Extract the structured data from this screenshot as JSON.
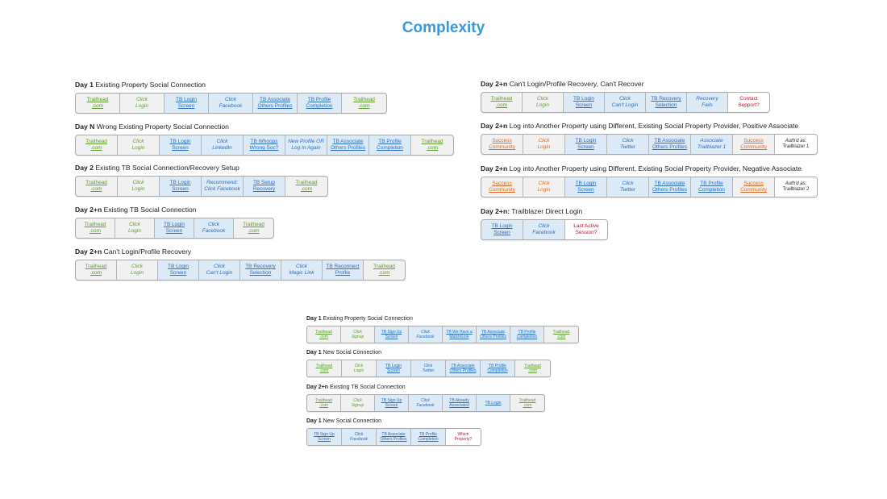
{
  "title": "Complexity",
  "blocks": [
    {
      "day": "Day 1",
      "text": "Existing Property Social Connection",
      "cells": [
        {
          "t": "green",
          "l": [
            "Trailhead",
            ".com"
          ]
        },
        {
          "t": "greentext",
          "l": [
            "Click",
            "Login"
          ]
        },
        {
          "t": "blue",
          "l": [
            "TB Login",
            "Screen"
          ]
        },
        {
          "t": "bluetext",
          "l": [
            "Click",
            "Facebook"
          ]
        },
        {
          "t": "blue",
          "l": [
            "TB Associate",
            "Others Profiles"
          ]
        },
        {
          "t": "blue",
          "l": [
            "TB Profile",
            "Completion"
          ]
        },
        {
          "t": "green",
          "l": [
            "Trailhead",
            ".com"
          ]
        }
      ]
    },
    {
      "day": "Day N",
      "text": "Wrong Existing Property Social Connection",
      "cells": [
        {
          "t": "green",
          "l": [
            "Trailhead",
            ".com"
          ]
        },
        {
          "t": "greentext",
          "l": [
            "Click",
            "Login"
          ]
        },
        {
          "t": "blue",
          "l": [
            "TB Login",
            "Screen"
          ]
        },
        {
          "t": "bluetext",
          "l": [
            "Click",
            "LinkedIn"
          ]
        },
        {
          "t": "blue",
          "l": [
            "TB Whoops",
            "Wrong Soc?"
          ]
        },
        {
          "t": "bluetext",
          "l": [
            "New Profile OR",
            "Log In Again"
          ]
        },
        {
          "t": "blue",
          "l": [
            "TB Associate",
            "Others Profiles"
          ]
        },
        {
          "t": "blue",
          "l": [
            "TB Profile",
            "Completion"
          ]
        },
        {
          "t": "green",
          "l": [
            "Trailhead",
            ".com"
          ]
        }
      ]
    },
    {
      "day": "Day 2",
      "text": "Existing TB Social Connection/Recovery Setup",
      "cells": [
        {
          "t": "green",
          "l": [
            "Trailhead",
            ".com"
          ]
        },
        {
          "t": "greentext",
          "l": [
            "Click",
            "Login"
          ]
        },
        {
          "t": "blue",
          "l": [
            "TB Login",
            "Screen"
          ]
        },
        {
          "t": "bluetext",
          "l": [
            "Recommend:",
            "Click Facebook"
          ]
        },
        {
          "t": "blue",
          "l": [
            "TB Setup",
            "Recovery"
          ]
        },
        {
          "t": "green",
          "l": [
            "Trailhead",
            ".com"
          ]
        }
      ]
    },
    {
      "day": "Day 2+n",
      "text": "Existing TB Social Connection",
      "cells": [
        {
          "t": "green",
          "l": [
            "Trailhead",
            ".com"
          ]
        },
        {
          "t": "greentext",
          "l": [
            "Click",
            "Login"
          ]
        },
        {
          "t": "blue",
          "l": [
            "TB Login",
            "Screen"
          ]
        },
        {
          "t": "bluetext",
          "l": [
            "Click",
            "Facebook"
          ]
        },
        {
          "t": "green",
          "l": [
            "Trailhead",
            ".com"
          ]
        }
      ]
    },
    {
      "day": "Day 2+n",
      "text": "Can't Login/Profile Recovery",
      "cells": [
        {
          "t": "green",
          "l": [
            "Trailhead",
            ".com"
          ]
        },
        {
          "t": "greentext",
          "l": [
            "Click",
            "Login"
          ]
        },
        {
          "t": "blue",
          "l": [
            "TB Login",
            "Screen"
          ]
        },
        {
          "t": "bluetext",
          "l": [
            "Click",
            "Can't Login"
          ]
        },
        {
          "t": "blue",
          "l": [
            "TB Recovery",
            "Selection"
          ]
        },
        {
          "t": "bluetext",
          "l": [
            "Click",
            "Magic Link"
          ]
        },
        {
          "t": "blue",
          "l": [
            "TB Reconnect",
            "Profile"
          ]
        },
        {
          "t": "green",
          "l": [
            "Trailhead",
            ".com"
          ]
        }
      ]
    },
    {
      "day": "Day 2+n",
      "text": "Can't Login/Profile Recovery, Can't Recover",
      "cells": [
        {
          "t": "green",
          "l": [
            "Trailhead",
            ".com"
          ]
        },
        {
          "t": "greentext",
          "l": [
            "Click",
            "Login"
          ]
        },
        {
          "t": "blue",
          "l": [
            "TB Login",
            "Screen"
          ]
        },
        {
          "t": "bluetext",
          "l": [
            "Click",
            "Can't Login"
          ]
        },
        {
          "t": "blue",
          "l": [
            "TB Recovery",
            "Selection"
          ]
        },
        {
          "t": "bluetext",
          "l": [
            "Recovery",
            "Fails"
          ]
        },
        {
          "t": "red",
          "l": [
            "Contact",
            "Support?"
          ]
        }
      ]
    },
    {
      "day": "Day 2+n",
      "text": "Log into Another Property using Different, Existing Social Property Provider, Positive Associate",
      "cells": [
        {
          "t": "orange",
          "l": [
            "Success",
            "Community"
          ]
        },
        {
          "t": "orangetext",
          "l": [
            "Click",
            "Login"
          ]
        },
        {
          "t": "blue",
          "l": [
            "TB Login",
            "Screen"
          ]
        },
        {
          "t": "bluetext",
          "l": [
            "Click",
            "Twitter"
          ]
        },
        {
          "t": "blue",
          "l": [
            "TB Associate",
            "Others Profiles"
          ]
        },
        {
          "t": "bluetext",
          "l": [
            "Associate",
            "Trailblazer 1"
          ]
        },
        {
          "t": "orange",
          "l": [
            "Success",
            "Community"
          ]
        },
        {
          "t": "note",
          "l": [
            "Auth'd as:",
            "Trailblazer 1"
          ]
        }
      ]
    },
    {
      "day": "Day 2+n",
      "text": "Log into Another Property using Different, Existing Social Property Provider, Negative Associate",
      "cells": [
        {
          "t": "orange",
          "l": [
            "Success",
            "Community"
          ]
        },
        {
          "t": "orangetext",
          "l": [
            "Click",
            "Login"
          ]
        },
        {
          "t": "blue",
          "l": [
            "TB Login",
            "Screen"
          ]
        },
        {
          "t": "bluetext",
          "l": [
            "Click",
            "Twitter"
          ]
        },
        {
          "t": "blue",
          "l": [
            "TB Associate",
            "Others Profiles"
          ]
        },
        {
          "t": "blue",
          "l": [
            "TB Profile",
            "Completion"
          ]
        },
        {
          "t": "orange",
          "l": [
            "Success",
            "Community"
          ]
        },
        {
          "t": "note",
          "l": [
            "Auth'd as:",
            "Trailblazer 2"
          ]
        }
      ]
    },
    {
      "day": "Day 2+n:",
      "text": "Trailblazer Direct Login",
      "cells": [
        {
          "t": "blue",
          "l": [
            "TB Login",
            "Screen"
          ]
        },
        {
          "t": "bluetext",
          "l": [
            "Click",
            "Facebook"
          ]
        },
        {
          "t": "red",
          "l": [
            "Last Active",
            "Session?"
          ]
        }
      ]
    },
    {
      "day": "Day 1",
      "text": "Existing Property Social Connection",
      "cells": [
        {
          "t": "green",
          "l": [
            "Trailhead",
            ".com"
          ]
        },
        {
          "t": "greentext",
          "l": [
            "Click",
            "Signup"
          ]
        },
        {
          "t": "blue",
          "l": [
            "TB Sign Up",
            "Screen"
          ]
        },
        {
          "t": "bluetext",
          "l": [
            "Click",
            "Facebook"
          ]
        },
        {
          "t": "blue",
          "l": [
            "TB We Have a",
            "Match/Link"
          ]
        },
        {
          "t": "blue",
          "l": [
            "TB Associate",
            "Others Profiles"
          ]
        },
        {
          "t": "blue",
          "l": [
            "TB Profile",
            "Completion"
          ]
        },
        {
          "t": "green",
          "l": [
            "Trailhead",
            ".com"
          ]
        }
      ]
    },
    {
      "day": "Day 1",
      "text": "New Social Connection",
      "cells": [
        {
          "t": "green",
          "l": [
            "Trailhead",
            ".com"
          ]
        },
        {
          "t": "greentext",
          "l": [
            "Click",
            "Login"
          ]
        },
        {
          "t": "blue",
          "l": [
            "TB Login",
            "Screen"
          ]
        },
        {
          "t": "bluetext",
          "l": [
            "Click",
            "Twitter"
          ]
        },
        {
          "t": "blue",
          "l": [
            "TB Associate",
            "Others Profiles"
          ]
        },
        {
          "t": "blue",
          "l": [
            "TB Profile",
            "Completion"
          ]
        },
        {
          "t": "green",
          "l": [
            "Trailhead",
            ".com"
          ]
        }
      ]
    },
    {
      "day": "Day 2+n",
      "text": "Existing TB Social Connection",
      "cells": [
        {
          "t": "green",
          "l": [
            "Trailhead",
            ".com"
          ]
        },
        {
          "t": "greentext",
          "l": [
            "Click",
            "Signup"
          ]
        },
        {
          "t": "blue",
          "l": [
            "TB Sign Up",
            "Screen"
          ]
        },
        {
          "t": "bluetext",
          "l": [
            "Click",
            "Facebook"
          ]
        },
        {
          "t": "blue",
          "l": [
            "TB Already",
            "Associated"
          ]
        },
        {
          "t": "blue",
          "l": [
            "TB Login"
          ]
        },
        {
          "t": "green",
          "l": [
            "Trailhead",
            ".com"
          ]
        }
      ]
    },
    {
      "day": "Day 1",
      "text": "New Social Connection",
      "cells": [
        {
          "t": "blue",
          "l": [
            "TB Sign Up",
            "Screen"
          ]
        },
        {
          "t": "bluetext",
          "l": [
            "Click",
            "Facebook"
          ]
        },
        {
          "t": "blue",
          "l": [
            "TB Associate",
            "Others Profiles"
          ]
        },
        {
          "t": "blue",
          "l": [
            "TB Profile",
            "Completion"
          ]
        },
        {
          "t": "red",
          "l": [
            "Which",
            "Property?"
          ]
        }
      ]
    }
  ]
}
